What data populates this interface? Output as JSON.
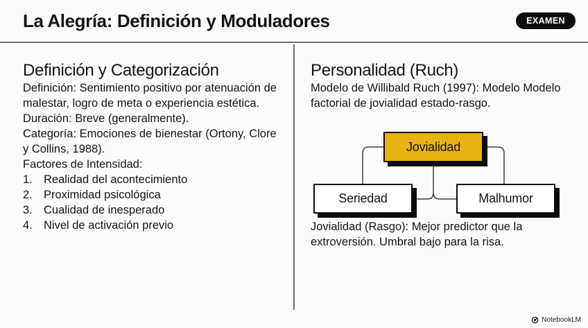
{
  "colors": {
    "accent_yellow": "#EAB211",
    "badge_bg": "#0D0D0D",
    "line_gray": "#6E6E6E"
  },
  "header": {
    "title": "La Alegría: Definición y Moduladores",
    "badge": "EXAMEN"
  },
  "left": {
    "heading": "Definición y Categorización",
    "definition": "Definición: Sentimiento positivo por atenuación de malestar, logro de meta o experiencia estética.",
    "duration": "Duración: Breve (generalmente).",
    "category": "Categoría: Emociones de bienestar (Ortony, Clore y Collins, 1988).",
    "factors_title": "Factores de Intensidad:",
    "factors": [
      {
        "n": "1.",
        "label": "Realidad del acontecimiento"
      },
      {
        "n": "2.",
        "label": "Proximidad psicológica"
      },
      {
        "n": "3.",
        "label": "Cualidad de inesperado"
      },
      {
        "n": "4.",
        "label": "Nivel de activación previo"
      }
    ]
  },
  "right": {
    "heading": "Personalidad (Ruch)",
    "model": "Modelo de Willibald Ruch (1997): Modelo Modelo factorial de jovialidad estado-rasgo.",
    "diagram": {
      "top": "Jovialidad",
      "left": "Seriedad",
      "right": "Malhumor"
    },
    "trait": "Jovialidad (Rasgo): Mejor predictor que la extroversión. Umbral bajo para la risa."
  },
  "footer": {
    "brand": "NotebookLM"
  }
}
